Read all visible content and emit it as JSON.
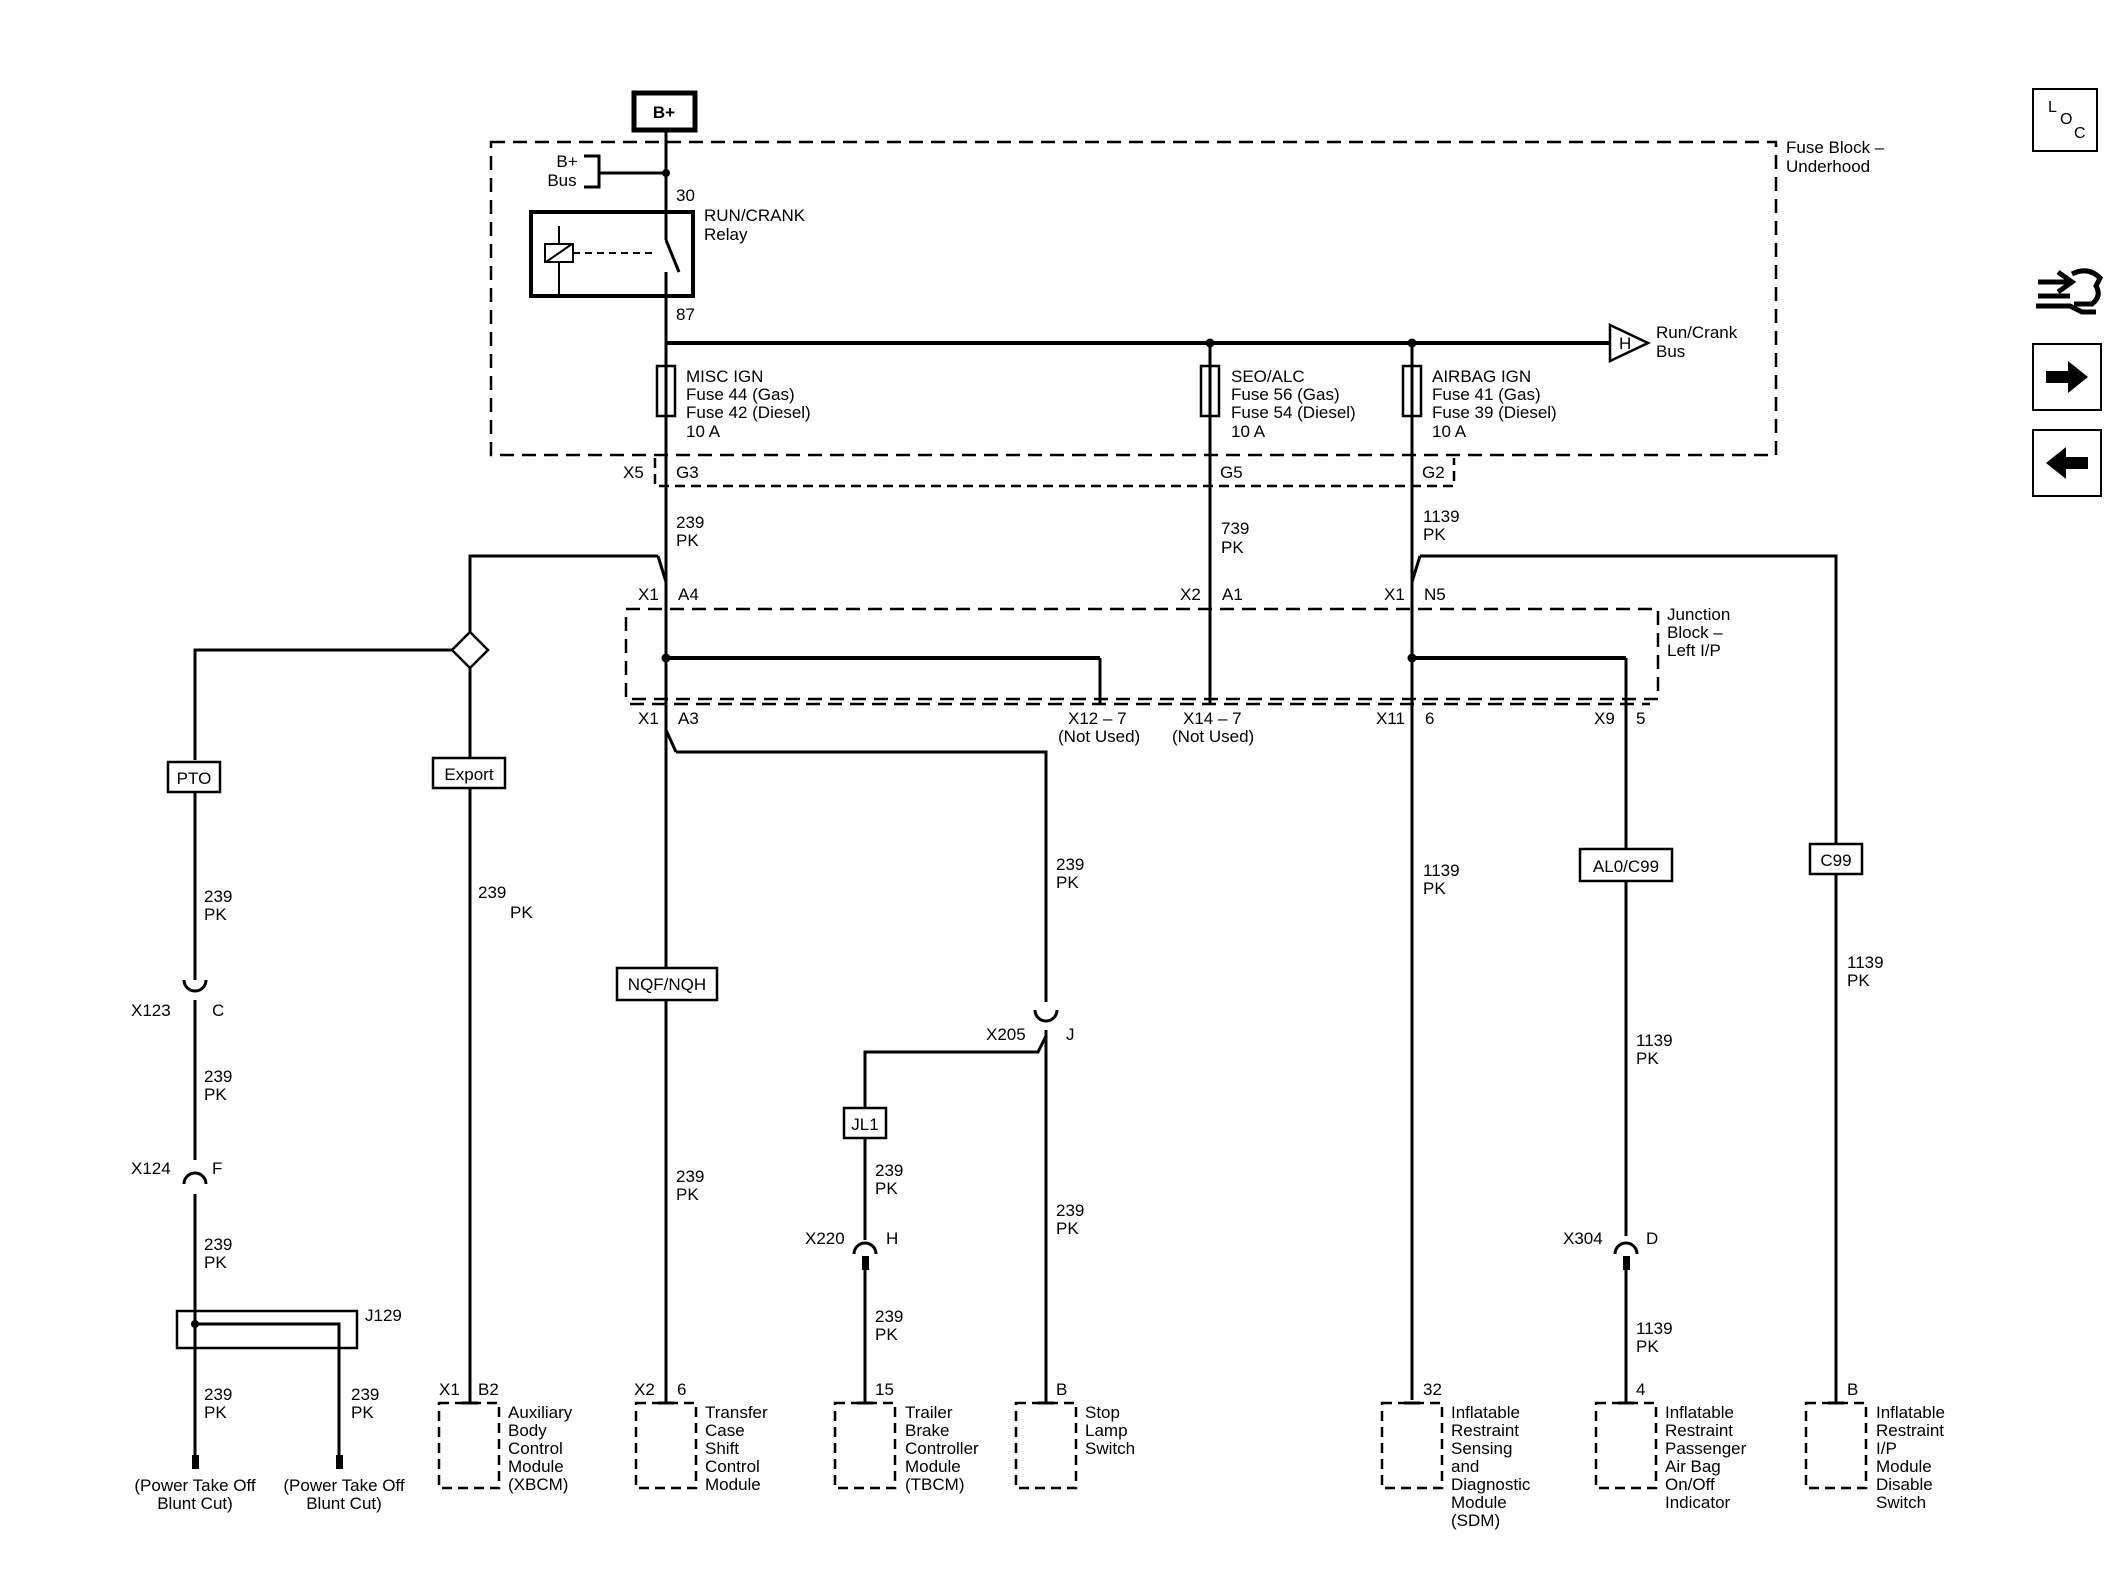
{
  "power_source": "B+",
  "loc_button": {
    "l": "L",
    "o": "O",
    "c": "C"
  },
  "fuse_block": {
    "title": [
      "Fuse Block –",
      "Underhood"
    ],
    "bplus_bus": [
      "B+",
      "Bus"
    ],
    "relay": {
      "name": [
        "RUN/CRANK",
        "Relay"
      ],
      "pin_in": "30",
      "pin_out": "87"
    },
    "run_crank_bus": {
      "letter": "H",
      "label": [
        "Run/Crank",
        "Bus"
      ]
    },
    "fuses": [
      {
        "name": "MISC IGN",
        "lines": [
          "Fuse 44 (Gas)",
          "Fuse 42 (Diesel)",
          "10 A"
        ]
      },
      {
        "name": "SEO/ALC",
        "lines": [
          "Fuse 56 (Gas)",
          "Fuse 54 (Diesel)",
          "10 A"
        ]
      },
      {
        "name": "AIRBAG IGN",
        "lines": [
          "Fuse 41 (Gas)",
          "Fuse 39 (Diesel)",
          "10 A"
        ]
      }
    ],
    "connector": "X5",
    "pins": [
      "G3",
      "G5",
      "G2"
    ]
  },
  "wires": {
    "w239": [
      "239",
      "PK"
    ],
    "w739": [
      "739",
      "PK"
    ],
    "w1139": [
      "1139",
      "PK"
    ]
  },
  "junction_block": {
    "title": [
      "Junction",
      "Block –",
      "Left I/P"
    ],
    "top_pins": [
      {
        "conn": "X1",
        "pin": "A4"
      },
      {
        "conn": "X2",
        "pin": "A1"
      },
      {
        "conn": "X1",
        "pin": "N5"
      }
    ],
    "bottom_pins": [
      {
        "conn": "X1",
        "pin": "A3"
      },
      {
        "conn": "X12 – 7",
        "note": "(Not Used)"
      },
      {
        "conn": "X14 – 7",
        "note": "(Not Used)"
      },
      {
        "conn": "X11",
        "pin": "6"
      },
      {
        "conn": "X9",
        "pin": "5"
      }
    ]
  },
  "options": [
    "PTO",
    "Export",
    "NQF/NQH",
    "JL1",
    "AL0/C99",
    "C99"
  ],
  "inline_connectors": [
    {
      "conn": "X123",
      "pin": "C"
    },
    {
      "conn": "X124",
      "pin": "F"
    },
    {
      "conn": "X205",
      "pin": "J"
    },
    {
      "conn": "X220",
      "pin": "H"
    },
    {
      "conn": "X304",
      "pin": "D"
    }
  ],
  "splice": "J129",
  "terminals": [
    {
      "conn": "X1",
      "pin": "B2",
      "name": [
        "Auxiliary",
        "Body",
        "Control",
        "Module",
        "(XBCM)"
      ]
    },
    {
      "conn": "X2",
      "pin": "6",
      "name": [
        "Transfer",
        "Case",
        "Shift",
        "Control",
        "Module"
      ]
    },
    {
      "conn": "",
      "pin": "15",
      "name": [
        "Trailer",
        "Brake",
        "Controller",
        "Module",
        "(TBCM)"
      ]
    },
    {
      "conn": "",
      "pin": "B",
      "name": [
        "Stop",
        "Lamp",
        "Switch"
      ]
    },
    {
      "conn": "",
      "pin": "32",
      "name": [
        "Inflatable",
        "Restraint",
        "Sensing",
        "and",
        "Diagnostic",
        "Module",
        "(SDM)"
      ]
    },
    {
      "conn": "",
      "pin": "4",
      "name": [
        "Inflatable",
        "Restraint",
        "Passenger",
        "Air Bag",
        "On/Off",
        "Indicator"
      ]
    },
    {
      "conn": "",
      "pin": "B",
      "name": [
        "Inflatable",
        "Restraint",
        "I/P",
        "Module",
        "Disable",
        "Switch"
      ]
    }
  ],
  "pto_outputs": [
    [
      "(Power Take Off",
      "Blunt Cut)"
    ],
    [
      "(Power Take Off",
      "Blunt Cut)"
    ]
  ]
}
